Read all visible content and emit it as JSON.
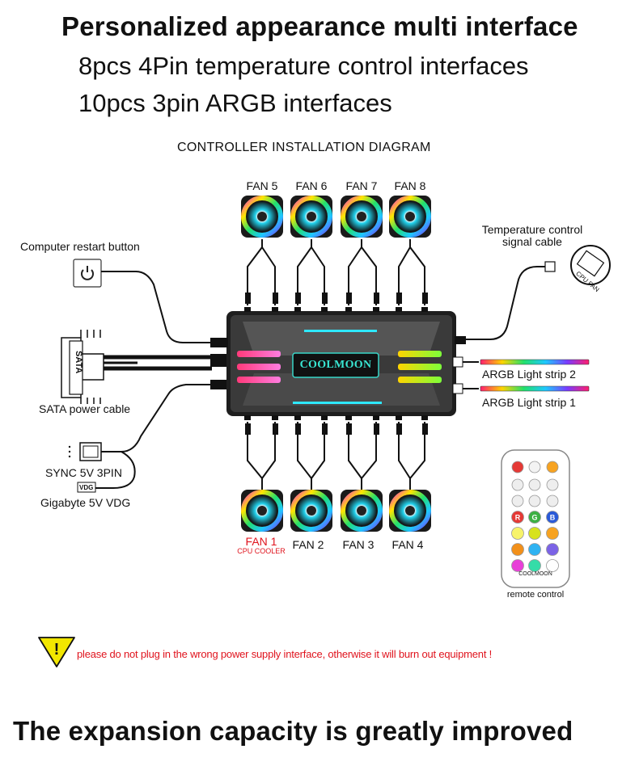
{
  "heading": {
    "title": "Personalized appearance multi interface",
    "line1": "8pcs 4Pin temperature control interfaces",
    "line2": "10pcs 3pin ARGB interfaces",
    "footer": "The expansion capacity is greatly improved"
  },
  "diagram": {
    "title": "CONTROLLER INSTALLATION DIAGRAM",
    "top_fans": [
      "FAN 5",
      "FAN 6",
      "FAN 7",
      "FAN 8"
    ],
    "bottom_fans": [
      "FAN 1",
      "FAN 2",
      "FAN 3",
      "FAN 4"
    ],
    "fan1_sub": "CPU COOLER",
    "restart_label": "Computer restart button",
    "sata_label": "SATA power cable",
    "sata_text": "SATA",
    "sync_label": "SYNC 5V 3PIN",
    "vdg_label": "Gigabyte 5V VDG",
    "vdg_text": "VDG",
    "temp_label_1": "Temperature control",
    "temp_label_2": "signal cable",
    "cpu_fan_text": "CPU FAN",
    "controller_brand": "COOLMOON",
    "argb2_label": "ARGB Light strip 2",
    "argb1_label": "ARGB Light strip 1",
    "remote_brand": "COOLMOON",
    "remote_label": "remote control",
    "remote_rgb": [
      "R",
      "G",
      "B"
    ]
  },
  "warning": {
    "text": "please do not plug in the wrong power supply interface, otherwise it will burn out equipment !",
    "symbol": "!"
  },
  "colors": {
    "warning_text": "#e0141e",
    "warning_triangle": "#f2e600",
    "fan1_text": "#e0141e",
    "controller_body": "#2a2a2a"
  }
}
